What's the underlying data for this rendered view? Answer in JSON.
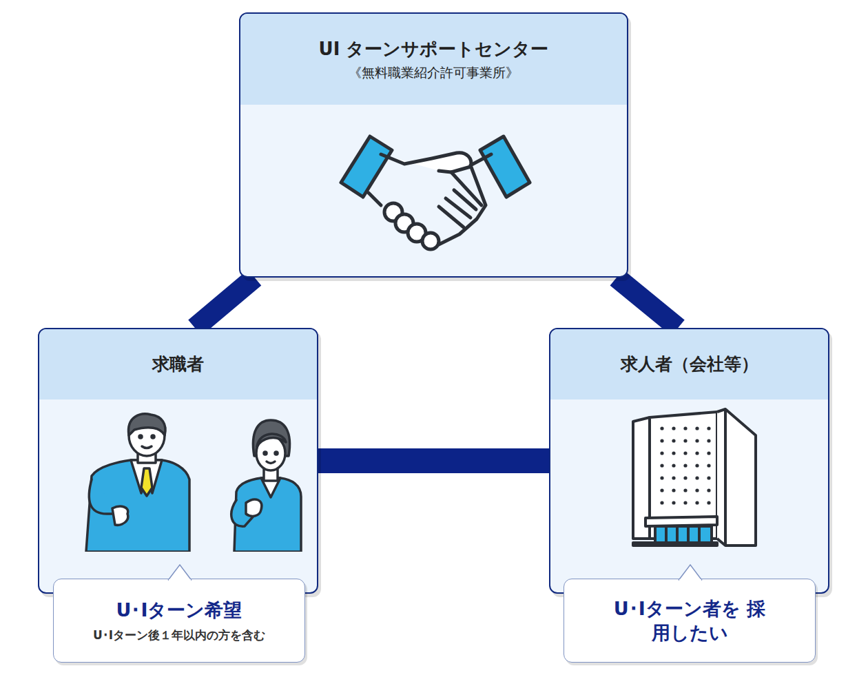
{
  "diagram": {
    "nodes": [
      {
        "text": [
          "UI ターンサポートセンター",
          "《無料職業紹介許可事業所》"
        ]
      },
      {
        "text": [
          "求職者"
        ]
      },
      {
        "text": [
          "求人者（会社等）"
        ]
      },
      {
        "text": [
          "U･Iターン希望",
          "U･Iターン後１年以内の方を含む"
        ]
      },
      {
        "text": [
          "U･Iターン者を 採用したい"
        ]
      }
    ],
    "edges": [
      {
        "from": 0,
        "to": 1,
        "arrow": "none"
      },
      {
        "from": 0,
        "to": 2,
        "arrow": "none"
      },
      {
        "from": 1,
        "to": 2,
        "arrow": "none"
      }
    ]
  }
}
